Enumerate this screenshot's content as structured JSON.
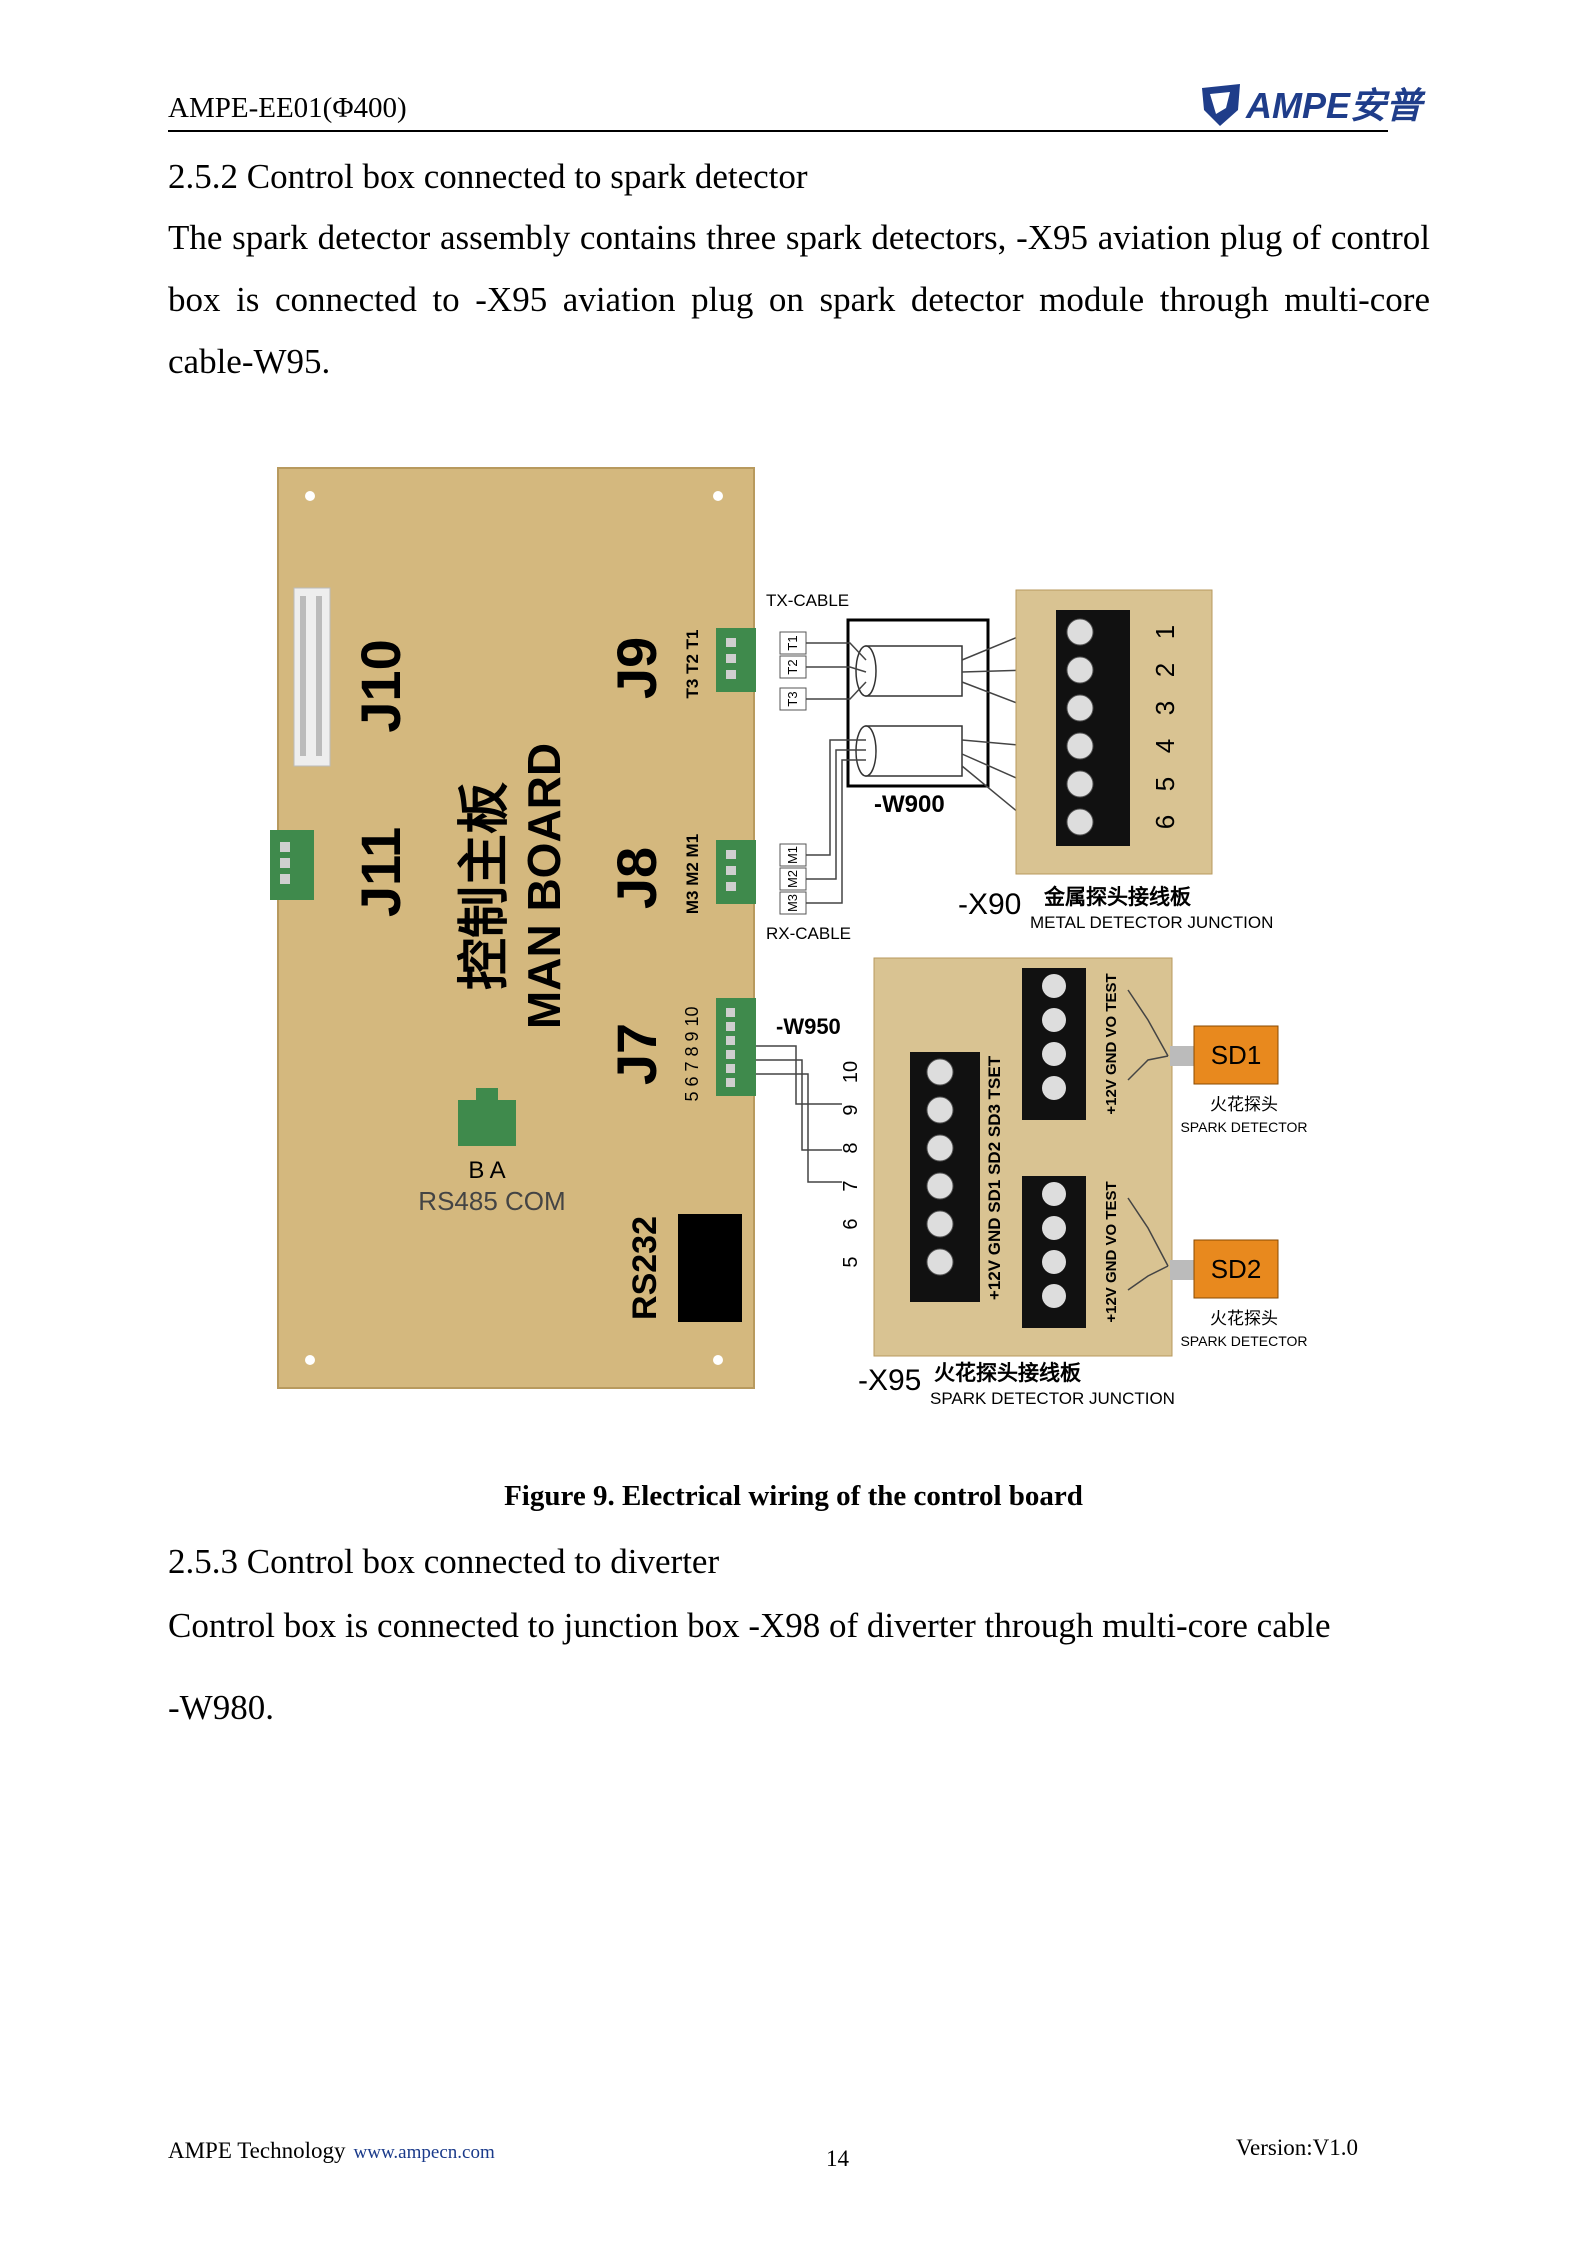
{
  "header": {
    "doc_title": "AMPE-EE01(Φ400)",
    "logo_text": "AMPE安普"
  },
  "section_252": {
    "heading": "2.5.2 Control box connected to spark detector",
    "body": "The spark detector assembly contains three spark detectors, -X95 aviation plug of control box is connected to -X95 aviation plug on spark detector module through multi-core cable-W95."
  },
  "figure": {
    "caption": "Figure 9. Electrical wiring of the control board",
    "board": {
      "j10": "J10",
      "j11": "J11",
      "j9": "J9",
      "j8": "J8",
      "j7": "J7",
      "title_cn": "控制主板",
      "title_en": "MAN BOARD",
      "j9_pins": "T3 T2 T1",
      "j8_pins": "M3 M2 M1",
      "j7_pins": "5 6 7 8 9 10",
      "ba": "B A",
      "rs485": "RS485 COM",
      "rs232": "RS232"
    },
    "tx_cable": "TX-CABLE",
    "rx_cable": "RX-CABLE",
    "tx_plugs": [
      "T1",
      "T2",
      "T3"
    ],
    "rx_plugs": [
      "M1",
      "M2",
      "M3"
    ],
    "w900": "-W900",
    "w950": "-W950",
    "x90": {
      "id": "-X90",
      "name_cn": "金属探头接线板",
      "name_en": "METAL DETECTOR JUNCTION",
      "pins": [
        "1",
        "2",
        "3",
        "4",
        "5",
        "6"
      ]
    },
    "x95": {
      "id": "-X95",
      "name_cn": "火花探头接线板",
      "name_en": "SPARK DETECTOR JUNCTION",
      "pins": [
        "10",
        "9",
        "8",
        "7",
        "6",
        "5"
      ],
      "terminal_labels": "+12V GND SD1 SD2 SD3 TSET",
      "block_labels": "+12V GND VO TEST"
    },
    "sd1": {
      "label": "SD1",
      "name_cn": "火花探头",
      "name_en": "SPARK DETECTOR"
    },
    "sd2": {
      "label": "SD2",
      "name_cn": "火花探头",
      "name_en": "SPARK DETECTOR"
    }
  },
  "section_253": {
    "heading": "2.5.3 Control box connected to diverter",
    "body_line1": "Control box is connected to junction box -X98 of diverter through multi-core cable",
    "body_line2": "-W980."
  },
  "footer": {
    "company": "AMPE Technology",
    "url": "www.ampecn.com",
    "page": "14",
    "version": "Version:V1.0"
  },
  "colors": {
    "board": "#d4b87e",
    "board_edge": "#b89a5e",
    "connector": "#3f8a4c",
    "sd": "#e8891e"
  }
}
